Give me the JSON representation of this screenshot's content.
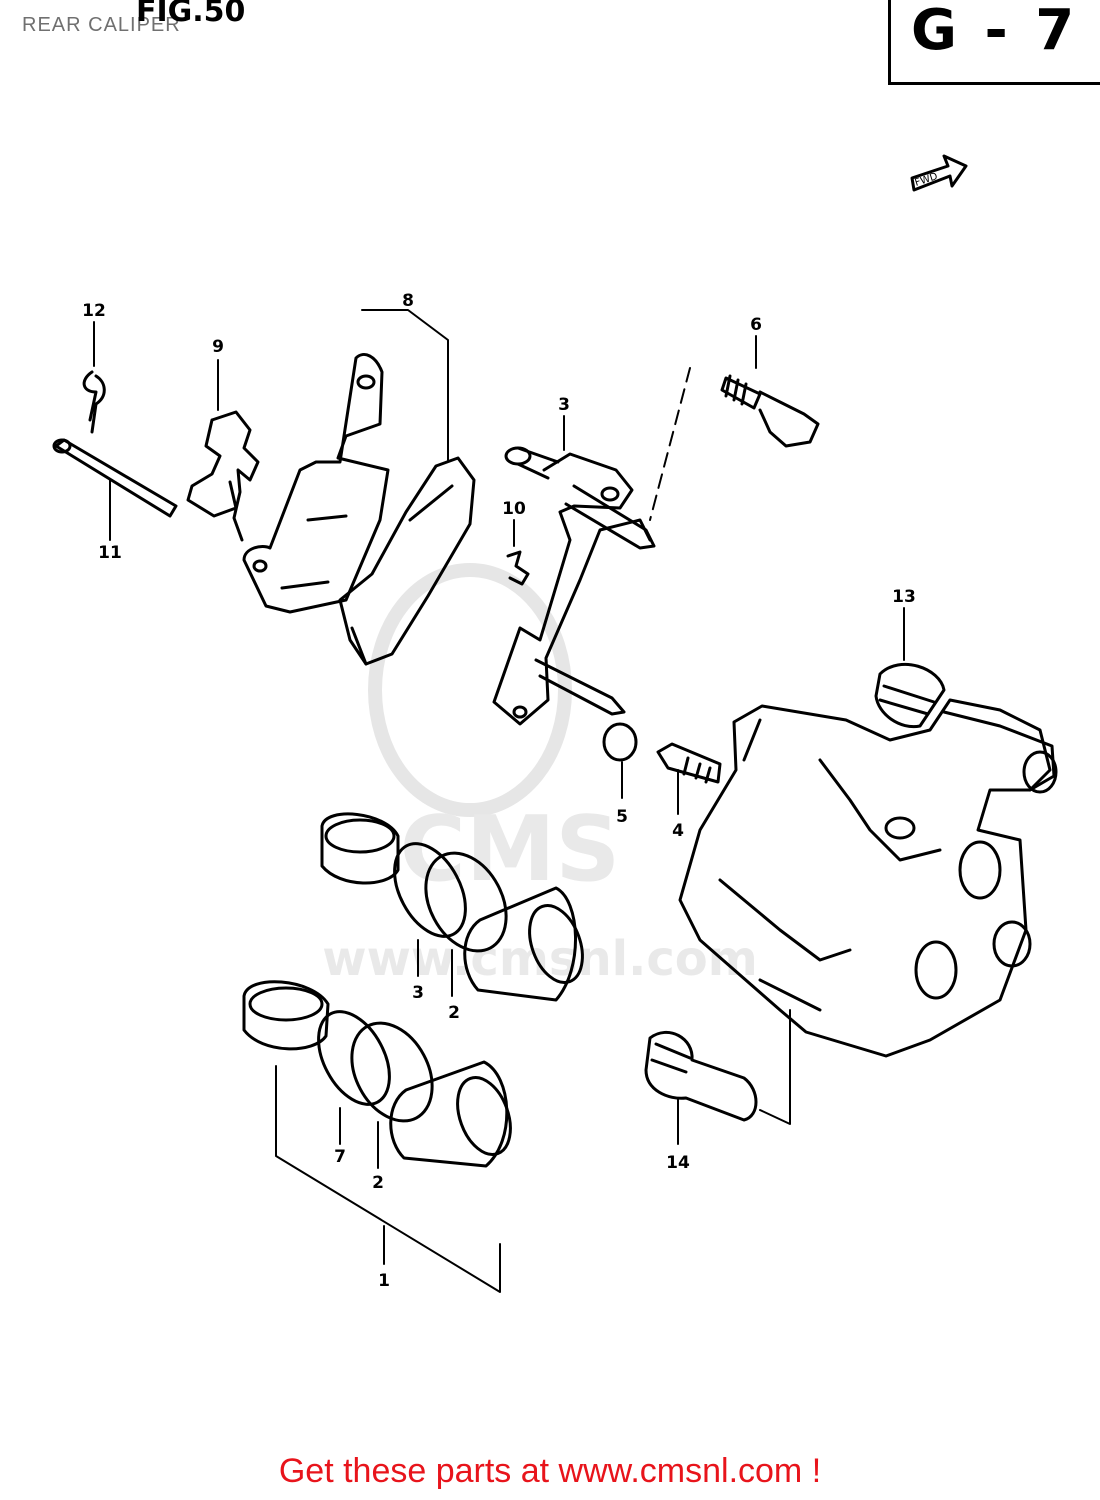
{
  "header": {
    "title": "REAR CALIPER",
    "figure": "FIG.50",
    "page_code": "G - 7"
  },
  "direction_marker": "FWD",
  "watermark": {
    "brand": "CMS",
    "url": "www.cmsnl.com"
  },
  "callouts": [
    "1",
    "2",
    "2",
    "3",
    "3",
    "4",
    "5",
    "6",
    "7",
    "8",
    "9",
    "10",
    "11",
    "12",
    "13",
    "14"
  ],
  "footer": {
    "text": "Get these parts at www.cmsnl.com !"
  },
  "colors": {
    "ink": "#000000",
    "footer": "#e8141b",
    "watermark": "#e9e9e9"
  }
}
